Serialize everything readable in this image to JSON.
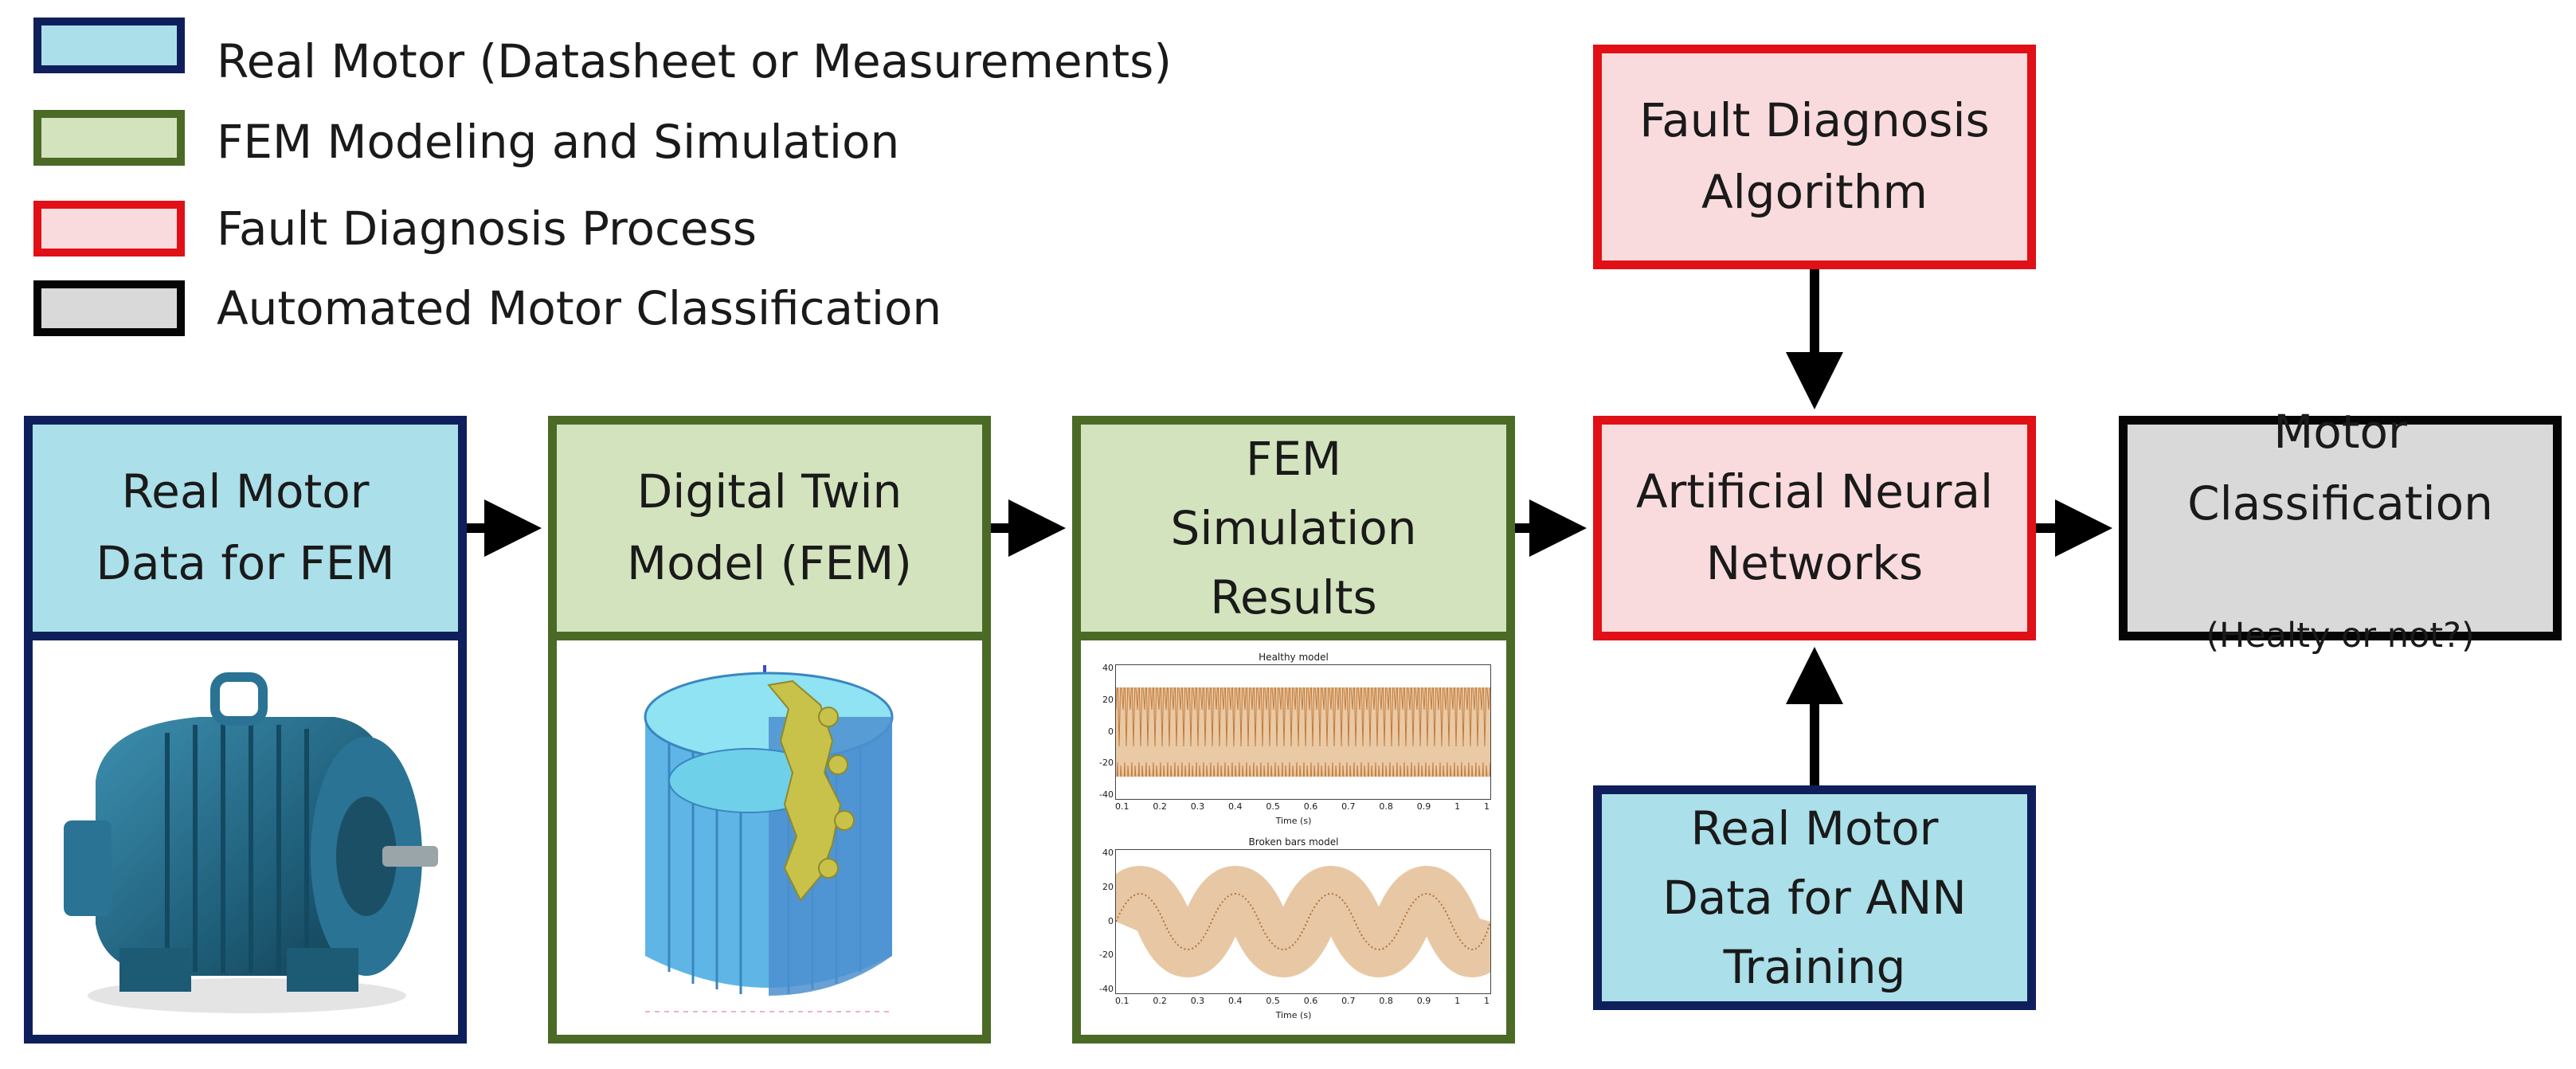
{
  "legend": [
    {
      "label": "Real Motor (Datasheet or Measurements)",
      "fill": "#abdfe9",
      "border": "#0f1f5c"
    },
    {
      "label": "FEM Modeling and Simulation",
      "fill": "#d3e3bd",
      "border": "#4a6a26"
    },
    {
      "label": "Fault Diagnosis Process",
      "fill": "#fadbdd",
      "border": "#e01016"
    },
    {
      "label": "Automated Motor Classification",
      "fill": "#d9d9d9",
      "border": "#050505"
    }
  ],
  "nodes": {
    "real_motor_fem": "Real Motor\nData for FEM",
    "digital_twin": "Digital Twin\nModel (FEM)",
    "fem_results": "FEM\nSimulation\nResults",
    "fault_algorithm": "Fault Diagnosis\nAlgorithm",
    "ann": "Artificial Neural\nNetworks",
    "ann_training": "Real Motor\nData for ANN\nTraining",
    "classification": "Motor\nClassification",
    "classification_sub": "(Healty or not?)"
  },
  "plots": {
    "top_title": "Healthy model",
    "bottom_title": "Broken bars model",
    "x_label": "Time (s)",
    "x_ticks": [
      "0.1",
      "0.2",
      "0.3",
      "0.4",
      "0.5",
      "0.6",
      "0.7",
      "0.8",
      "0.9",
      "1",
      "1"
    ],
    "y_ticks": [
      "40",
      "20",
      "0",
      "-20",
      "-40"
    ]
  },
  "colors": {
    "arrow": "#000000",
    "waveform": "#d9a46e",
    "motor": "#1f5f7a"
  }
}
